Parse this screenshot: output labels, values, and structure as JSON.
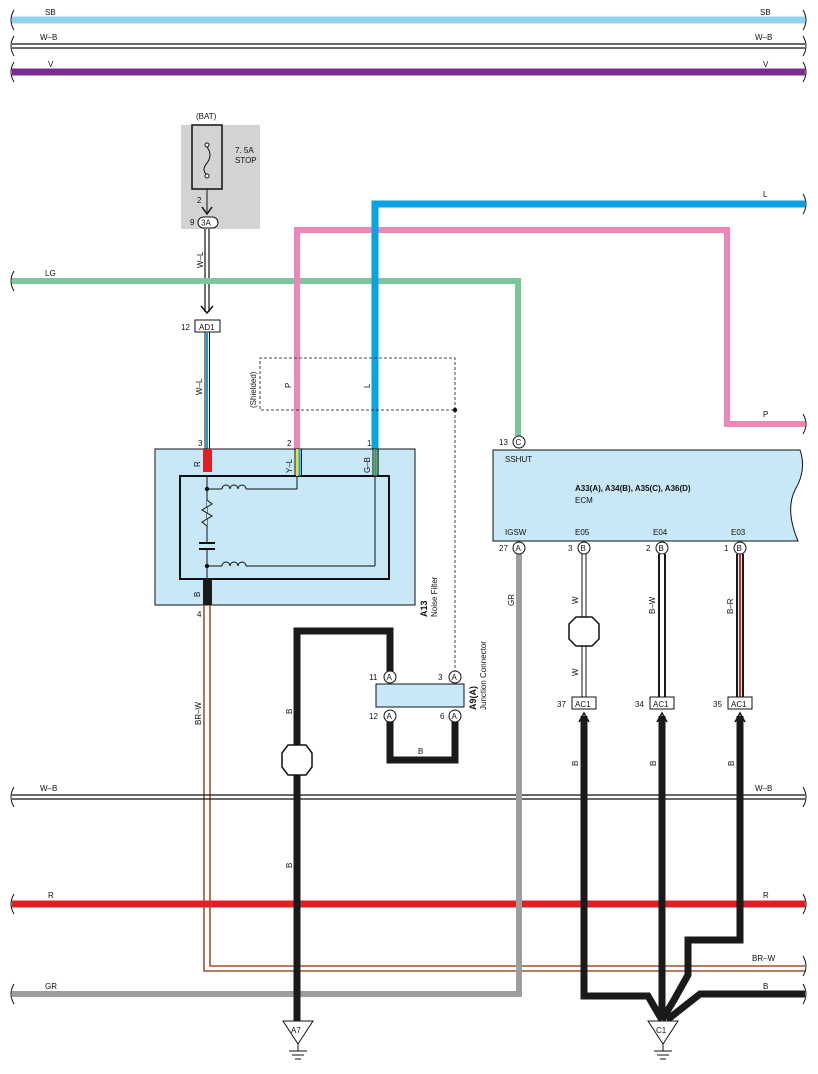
{
  "colors": {
    "sb": "#8fd3ef",
    "violet": "#7a2b8f",
    "lg": "#7ac79c",
    "l": "#0aa2e0",
    "p": "#ef86b9",
    "r": "#e01f25",
    "br": "#a0522d",
    "gr": "#9d9d9f",
    "b": "#1a1a1a",
    "module_fill": "#c8e8f7",
    "fuse_box": "#d3d3d3",
    "yellow": "#f2e500",
    "green": "#2da24a"
  },
  "bus_lines": {
    "sb": "SB",
    "wb_top": "W–B",
    "v": "V",
    "lg": "LG",
    "l": "L",
    "p": "P",
    "wb_bottom": "W–B",
    "r": "R",
    "br_w": "BR–W",
    "gr": "GR",
    "b": "B"
  },
  "fuse": {
    "source": "(BAT)",
    "rating": "7. 5A",
    "name": "STOP",
    "pin": "2",
    "connector_pin": "9",
    "connector_id": "3A"
  },
  "junction_ad1": {
    "pin": "12",
    "id": "AD1"
  },
  "wire_labels": {
    "w_l_upper": "W–L",
    "w_l_lower": "W–L",
    "shielded": "(Shielded)",
    "shield_p": "P",
    "shield_l": "L",
    "br_w": "BR–W",
    "b_loop": "B",
    "b_loop_bottom": "B",
    "b_to_a7": "B",
    "gr_igsw": "GR",
    "w_e05": "W",
    "w_e05_lower": "W",
    "bw_e04": "B–W",
    "br_e03": "B–R",
    "b_ac1_37": "B",
    "b_ac1_34": "B",
    "b_ac1_35": "B"
  },
  "noise_filter": {
    "id": "A13",
    "name": "Noise Filter",
    "pin3": "3",
    "pin2": "2",
    "pin1": "1",
    "pin4": "4",
    "wire_r": "R",
    "wire_yl": "Y–L",
    "wire_gb": "G–B",
    "wire_b": "B"
  },
  "junction_connector": {
    "id": "A9(A)",
    "name": "Junction Connector",
    "pin11": "11",
    "pin3": "3",
    "pin12": "12",
    "pin6": "6",
    "term": "A"
  },
  "ecm": {
    "ids": "A33(A), A34(B), A35(C), A36(D)",
    "name": "ECM",
    "sshut_pin": "13",
    "sshut_term": "C",
    "sshut": "SSHUT",
    "igsw": "IGSW",
    "igsw_pin": "27",
    "igsw_term": "A",
    "e05": "E05",
    "e05_pin": "3",
    "e04": "E04",
    "e04_pin": "2",
    "e03": "E03",
    "e03_pin": "1",
    "b_term": "B"
  },
  "ac1": {
    "id": "AC1",
    "pin37": "37",
    "pin34": "34",
    "pin35": "35"
  },
  "grounds": {
    "a7": "A7",
    "c1": "C1"
  }
}
